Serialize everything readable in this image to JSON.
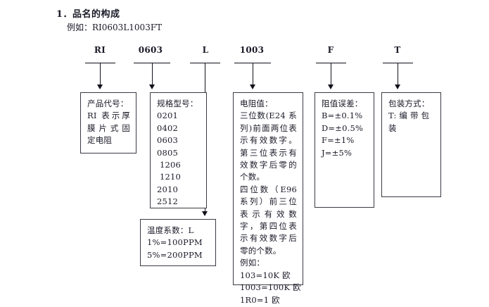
{
  "heading": {
    "number": "1．品名的构成",
    "example_label": "例如：RI0603L1003FT"
  },
  "part_number_segments": [
    {
      "code": "RI",
      "meaning": "product-code"
    },
    {
      "code": "0603",
      "meaning": "size-code"
    },
    {
      "code": "L",
      "meaning": "temperature-coefficient-code"
    },
    {
      "code": "1003",
      "meaning": "resistance-value-code"
    },
    {
      "code": "F",
      "meaning": "tolerance-code"
    },
    {
      "code": "T",
      "meaning": "packaging-code"
    }
  ],
  "boxes": {
    "product_code": {
      "title": "产品代号：",
      "lines": [
        "RI 表示厚",
        "膜片式固",
        "定电阻"
      ]
    },
    "size_code": {
      "title": "规格型号：",
      "sizes": [
        "0201",
        "0402",
        "0603",
        "0805",
        "1206",
        "1210",
        "2010",
        "2512"
      ]
    },
    "temperature_coefficient": {
      "title": "温度系数：L",
      "lines": [
        "1%=100PPM",
        "5%=200PPM"
      ]
    },
    "resistance_value": {
      "title": "电阻值：",
      "e24_text": "三位数(E24 系列)前面两位表示有效数字。第三位表示有效数字后零的个数。",
      "e96_text": "四位数（E96 系列）前三位表示有效数字，第四位表示有效数字后零的个数。",
      "example_label": "例如：",
      "examples": [
        "103=10K 欧",
        "1003=100K 欧",
        "1R0=1 欧"
      ]
    },
    "tolerance": {
      "title": "阻值误差：",
      "codes": [
        "B=±0.1%",
        "D=±0.5%",
        "F=±1%",
        "J=±5%"
      ]
    },
    "packaging": {
      "title": "包装方式：",
      "lines": [
        "T: 编 带 包",
        "装"
      ]
    }
  }
}
